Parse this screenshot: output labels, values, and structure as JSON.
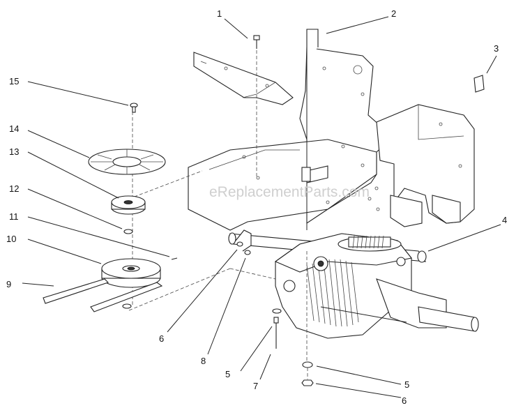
{
  "watermark": "eReplacementParts.com",
  "callouts": [
    "1",
    "2",
    "3",
    "4",
    "5",
    "5",
    "6",
    "6",
    "7",
    "8",
    "9",
    "10",
    "11",
    "12",
    "13",
    "14",
    "15"
  ]
}
